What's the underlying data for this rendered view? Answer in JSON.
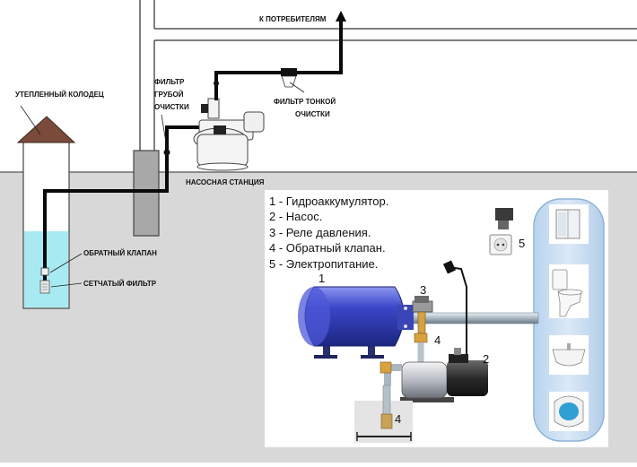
{
  "labels": {
    "consumers": "К ПОТРЕБИТЕЛЯМ",
    "coarse_filter_1": "ФИЛЬТР",
    "coarse_filter_2": "ГРУБОЙ",
    "coarse_filter_3": "ОЧИСТКИ",
    "fine_filter_1": "ФИЛЬТР ТОНКОЙ",
    "fine_filter_2": "ОЧИСТКИ",
    "well": "УТЕПЛЕННЫЙ КОЛОДЕЦ",
    "check_valve": "ОБРАТНЫЙ КЛАПАН",
    "mesh_filter": "СЕТЧАТЫЙ ФИЛЬТР",
    "pump_station": "НАСОСНАЯ СТАНЦИЯ"
  },
  "legend": [
    "1 - Гидроаккумулятор.",
    "2 - Насос.",
    "3 - Реле давления.",
    "4 - Обратный клапан.",
    "5 - Электропитание."
  ],
  "numbers": {
    "n1": "1",
    "n2": "2",
    "n3": "3",
    "n4a": "4",
    "n4b": "4",
    "n5": "5"
  },
  "colors": {
    "ground": "#d8d8d8",
    "water": "#a8eaf2",
    "pipe": "#0a0a0a",
    "roof": "#7a4a3a",
    "tank": "#3a48c8",
    "panel_blue": "#c9dff4"
  }
}
